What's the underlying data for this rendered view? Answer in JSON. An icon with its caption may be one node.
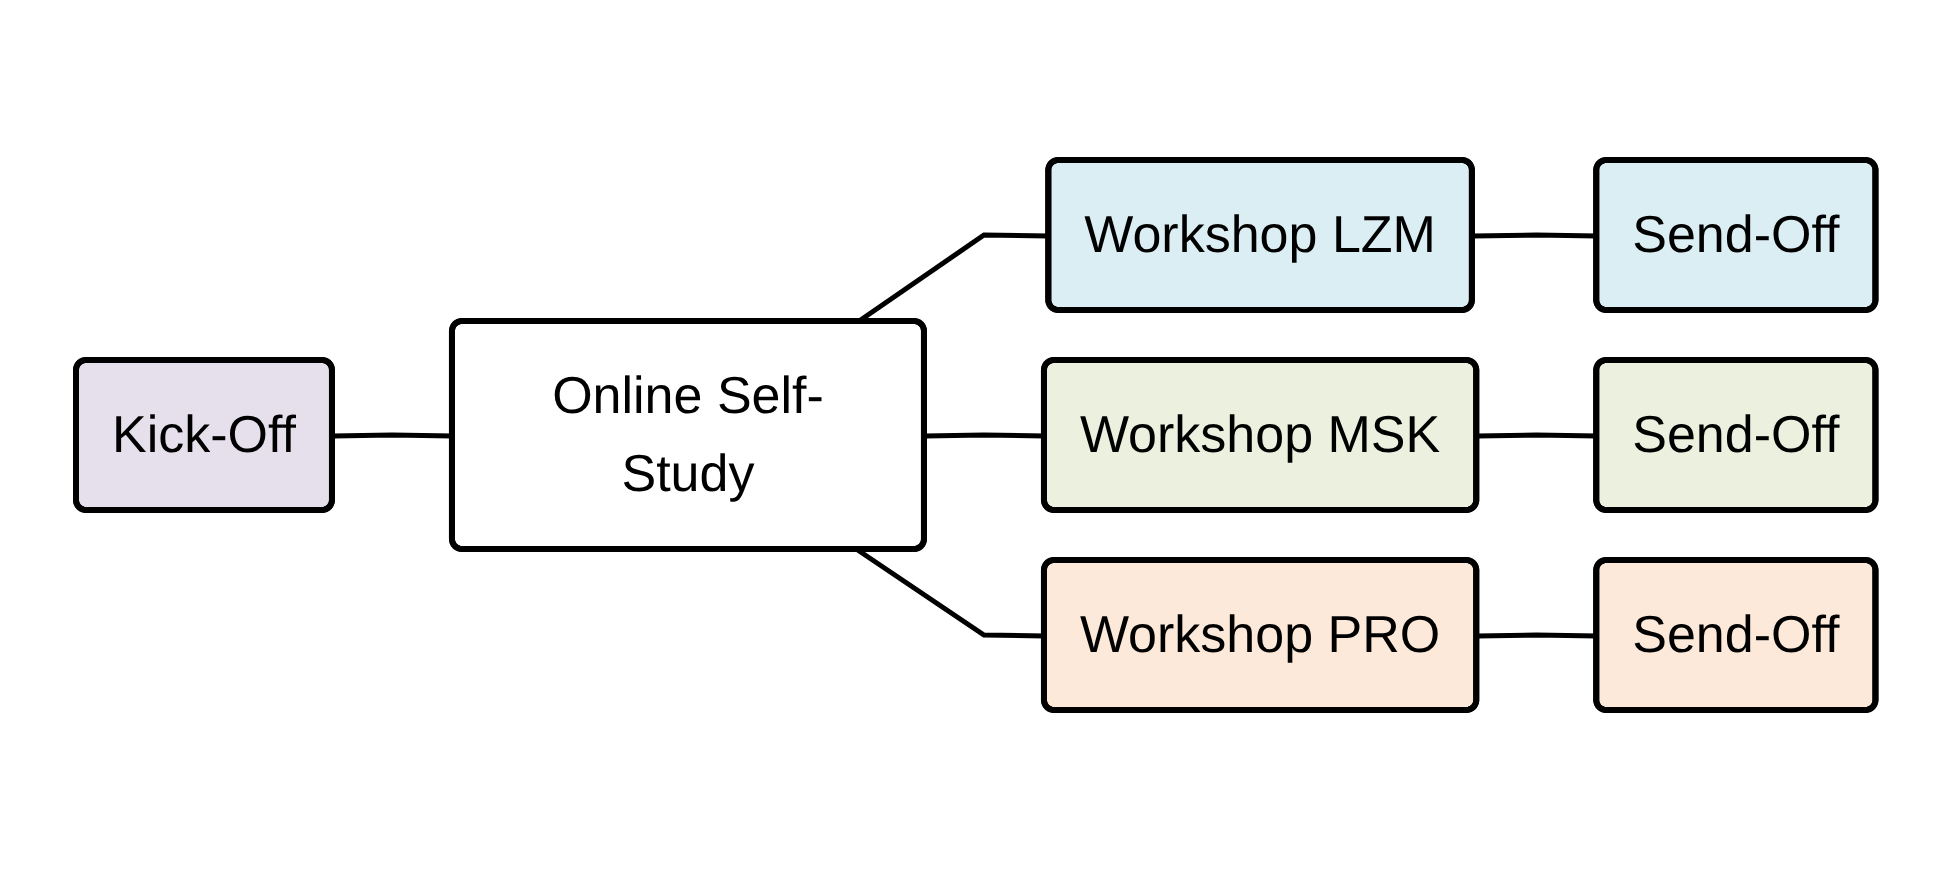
{
  "diagram": {
    "nodes": [
      {
        "text": [
          "Kick-Off"
        ]
      },
      {
        "text": [
          "Online Self-Study"
        ]
      },
      {
        "text": [
          "Workshop LZM"
        ]
      },
      {
        "text": [
          "Send-Off"
        ]
      },
      {
        "text": [
          "Workshop MSK"
        ]
      },
      {
        "text": [
          "Send-Off"
        ]
      },
      {
        "text": [
          "Workshop PRO"
        ]
      },
      {
        "text": [
          "Send-Off"
        ]
      }
    ],
    "edges": [
      {
        "from": 0,
        "to": 1,
        "arrow": "none"
      },
      {
        "from": 1,
        "to": 2,
        "arrow": "none"
      },
      {
        "from": 1,
        "to": 4,
        "arrow": "none"
      },
      {
        "from": 1,
        "to": 6,
        "arrow": "none"
      },
      {
        "from": 2,
        "to": 3,
        "arrow": "none"
      },
      {
        "from": 4,
        "to": 5,
        "arrow": "none"
      },
      {
        "from": 6,
        "to": 7,
        "arrow": "none"
      }
    ]
  }
}
